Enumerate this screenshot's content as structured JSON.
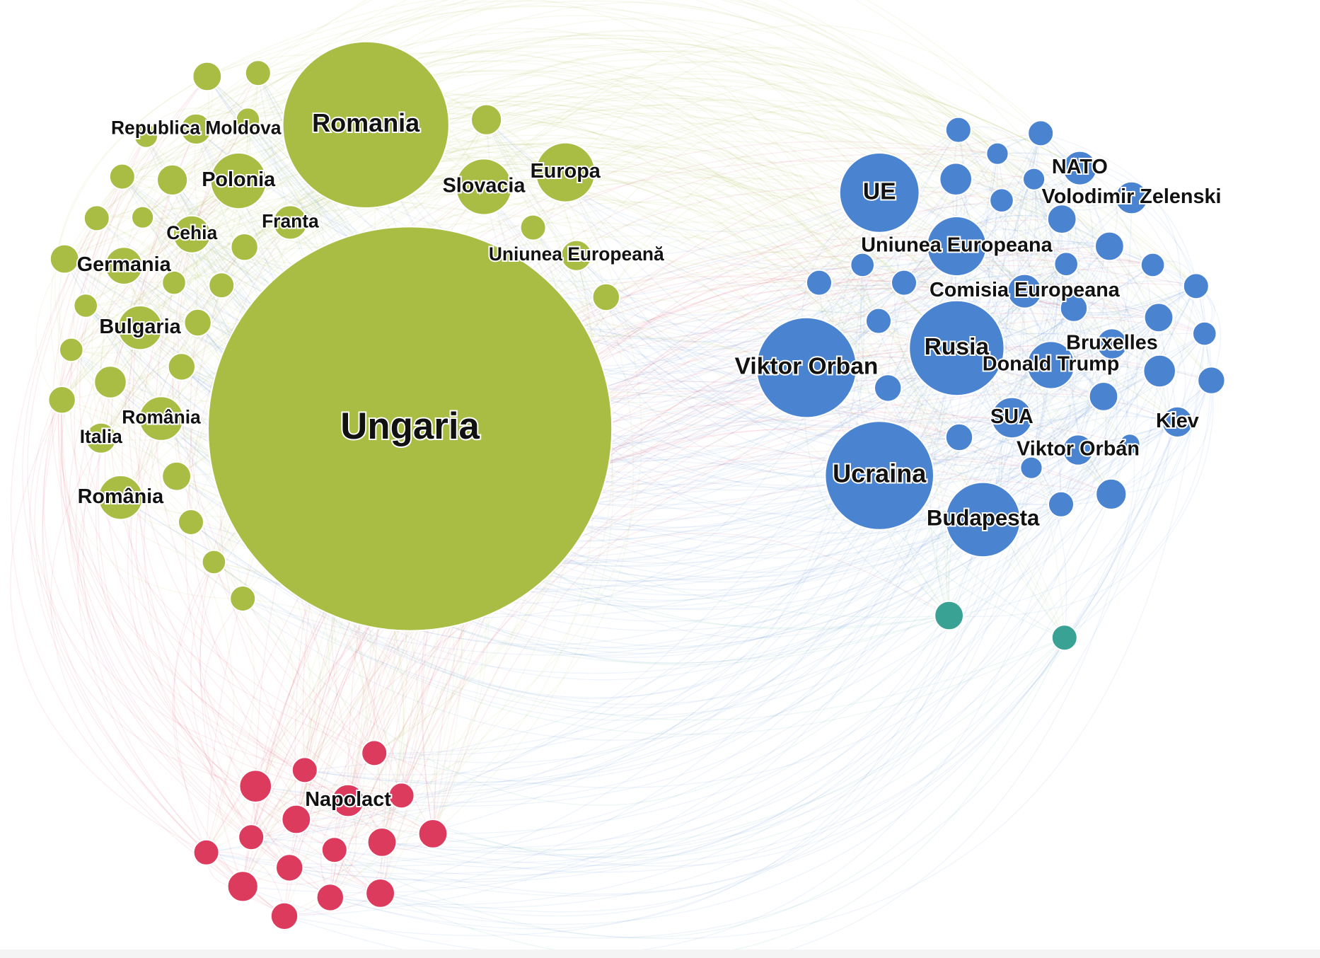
{
  "graph": {
    "colors": {
      "green": "#a9bd45",
      "blue": "#4a83d0",
      "teal": "#3aa195",
      "red": "#dc3b5e"
    },
    "communities": [
      {
        "name": "green",
        "labels": [
          "Ungaria",
          "Romania",
          "Polonia",
          "Slovacia",
          "Europa",
          "Franta",
          "Cehia",
          "Germania",
          "Bulgaria",
          "România",
          "Italia",
          "România",
          "Republica Moldova",
          "Uniunea Europeană"
        ]
      },
      {
        "name": "blue",
        "labels": [
          "UE",
          "Uniunea Europeana",
          "Rusia",
          "Viktor Orban",
          "Ucraina",
          "Budapesta",
          "Donald Trump",
          "Bruxelles",
          "SUA",
          "Kiev",
          "Viktor Orbán",
          "NATO",
          "Volodimir Zelenski",
          "Comisia Europeana"
        ]
      },
      {
        "name": "teal",
        "labels": []
      },
      {
        "name": "red",
        "labels": [
          "Napolact"
        ]
      }
    ]
  }
}
